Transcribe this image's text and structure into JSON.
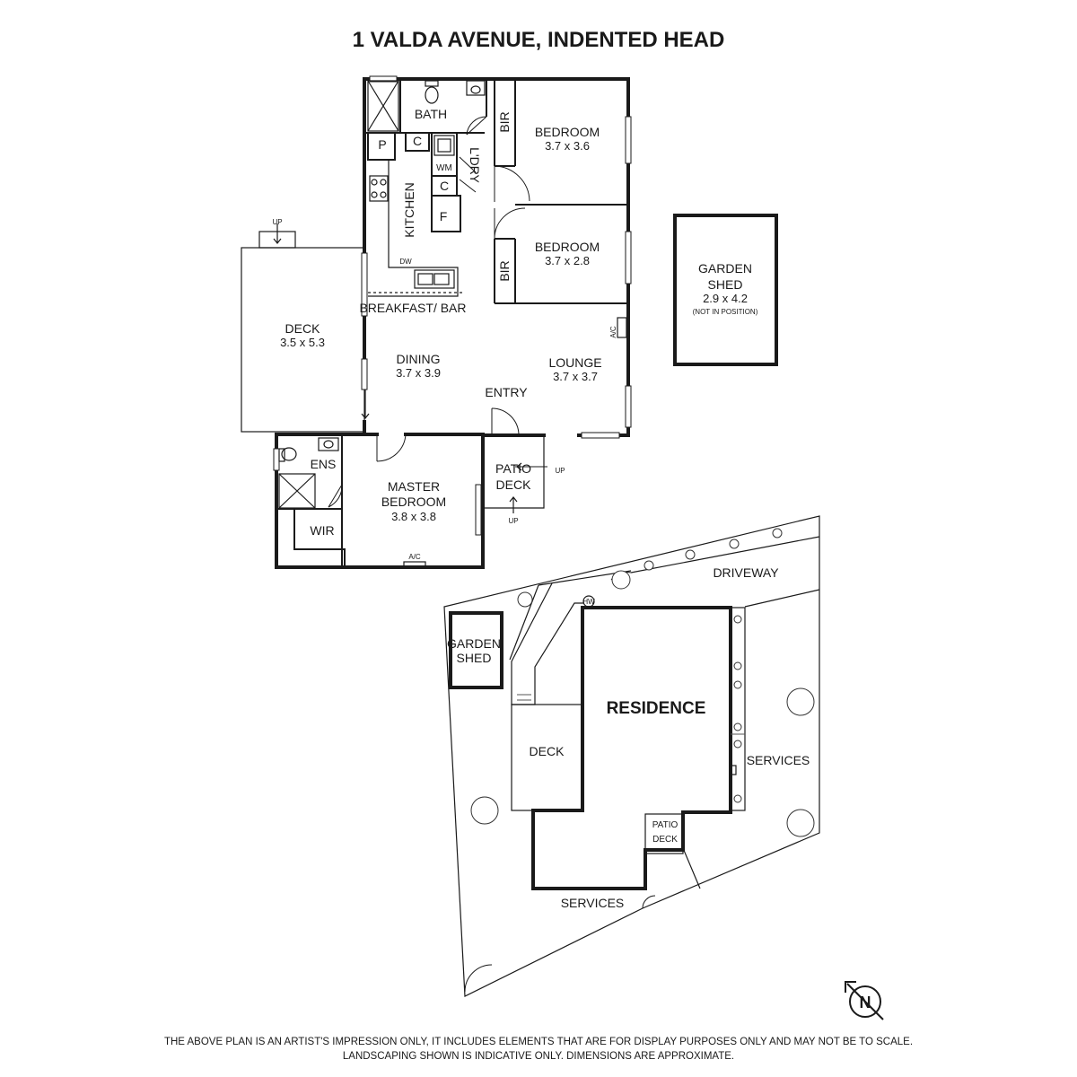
{
  "title": "1 VALDA AVENUE, INDENTED HEAD",
  "rooms": {
    "bath": "BATH",
    "bir1": "BIR",
    "bedroom1": {
      "label": "BEDROOM",
      "dim": "3.7 x 3.6"
    },
    "pantry": "P",
    "cupboard1": "C",
    "ldry": "L'DRY",
    "wm": "WM",
    "cupboard2": "C",
    "fridge": "F",
    "kitchen": "KITCHEN",
    "bedroom2": {
      "label": "BEDROOM",
      "dim": "3.7 x 2.8"
    },
    "bir2": "BIR",
    "dw": "DW",
    "breakfast_bar": "BREAKFAST/ BAR",
    "deck": {
      "label": "DECK",
      "dim": "3.5 x 5.3"
    },
    "deck_up": "UP",
    "dining": {
      "label": "DINING",
      "dim": "3.7 x 3.9"
    },
    "lounge": {
      "label": "LOUNGE",
      "dim": "3.7 x 3.7"
    },
    "ac1": "A/C",
    "entry": "ENTRY",
    "ens": "ENS",
    "wir": "WIR",
    "master": {
      "label1": "MASTER",
      "label2": "BEDROOM",
      "dim": "3.8 x 3.8"
    },
    "ac2": "A/C",
    "patio": {
      "label1": "PATIO",
      "label2": "DECK",
      "up1": "UP",
      "up2": "UP"
    },
    "garden_shed": {
      "label1": "GARDEN",
      "label2": "SHED",
      "dim": "2.9 x 4.2",
      "note": "(NOT IN POSITION)"
    }
  },
  "site": {
    "driveway": "DRIVEWAY",
    "hw": "HW",
    "garden_shed1": "GARDEN",
    "garden_shed2": "SHED",
    "residence": "RESIDENCE",
    "deck": "DECK",
    "services_right": "SERVICES",
    "patio1": "PATIO",
    "patio2": "DECK",
    "services_bottom": "SERVICES"
  },
  "north": "N",
  "disclaimer": {
    "line1": "THE ABOVE PLAN IS AN ARTIST'S IMPRESSION ONLY, IT INCLUDES ELEMENTS THAT ARE FOR DISPLAY PURPOSES ONLY AND MAY NOT BE TO SCALE.",
    "line2": "LANDSCAPING SHOWN IS INDICATIVE ONLY. DIMENSIONS ARE APPROXIMATE."
  }
}
